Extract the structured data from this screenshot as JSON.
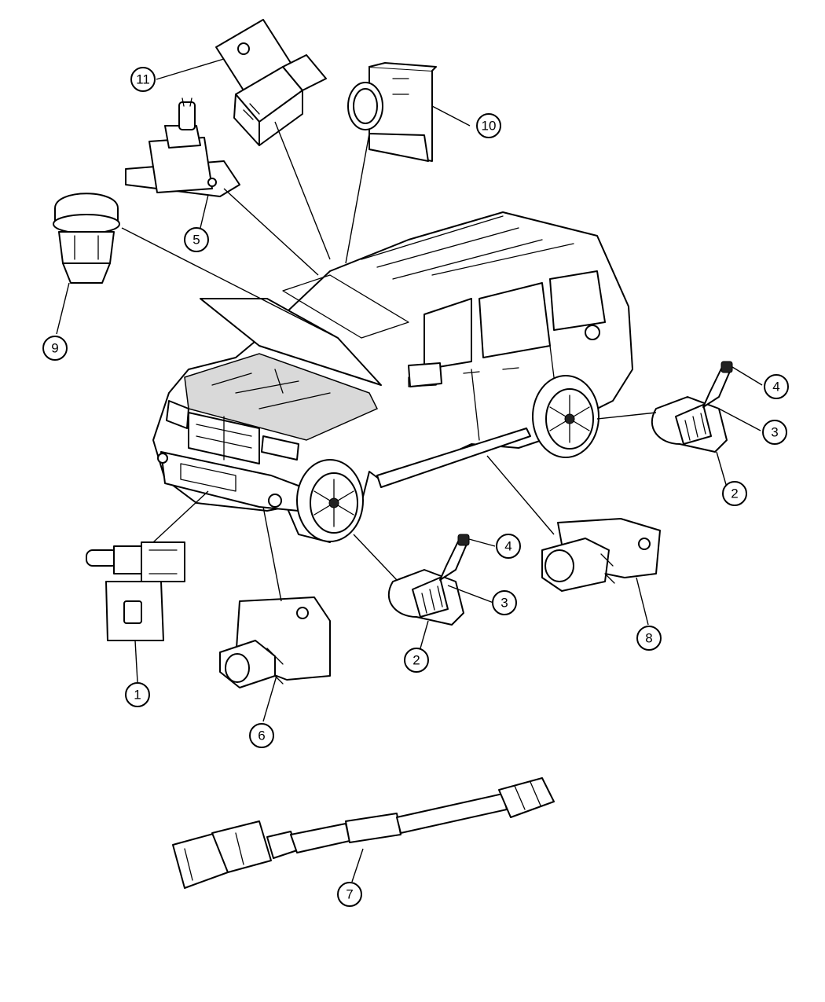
{
  "diagram": {
    "callouts": [
      {
        "id": "c1",
        "label": "1"
      },
      {
        "id": "c2a",
        "label": "2"
      },
      {
        "id": "c2b",
        "label": "2"
      },
      {
        "id": "c3a",
        "label": "3"
      },
      {
        "id": "c3b",
        "label": "3"
      },
      {
        "id": "c4a",
        "label": "4"
      },
      {
        "id": "c4b",
        "label": "4"
      },
      {
        "id": "c5",
        "label": "5"
      },
      {
        "id": "c6",
        "label": "6"
      },
      {
        "id": "c7",
        "label": "7"
      },
      {
        "id": "c8",
        "label": "8"
      },
      {
        "id": "c9",
        "label": "9"
      },
      {
        "id": "c10",
        "label": "10"
      },
      {
        "id": "c11",
        "label": "11"
      }
    ]
  }
}
